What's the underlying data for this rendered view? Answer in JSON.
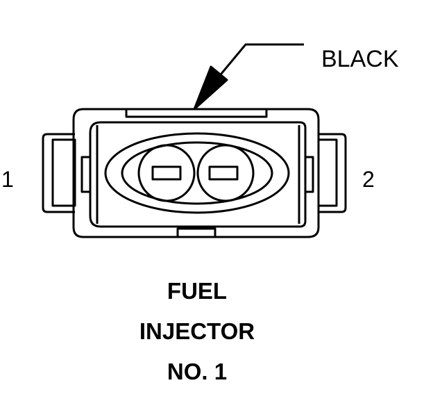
{
  "wire_color_label": "BLACK",
  "pin_labels": [
    "1",
    "2"
  ],
  "component_title": [
    "FUEL",
    "INJECTOR",
    "NO. 1"
  ]
}
